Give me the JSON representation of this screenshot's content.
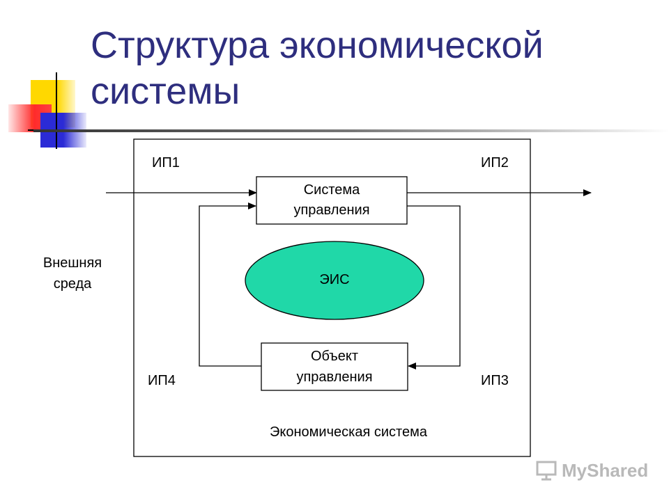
{
  "slide": {
    "title_line1": "Структура экономической",
    "title_line2": "системы"
  },
  "diagram": {
    "ip1": "ИП1",
    "ip2": "ИП2",
    "ip3": "ИП3",
    "ip4": "ИП4",
    "control_system_line1": "Система",
    "control_system_line2": "управления",
    "control_object_line1": "Объект",
    "control_object_line2": "управления",
    "eis": "ЭИС",
    "environment_line1": "Внешняя",
    "environment_line2": "среда",
    "economic_system": "Экономическая система",
    "ellipse_color": "#20d8a8"
  },
  "watermark": {
    "text": "MyShared"
  }
}
